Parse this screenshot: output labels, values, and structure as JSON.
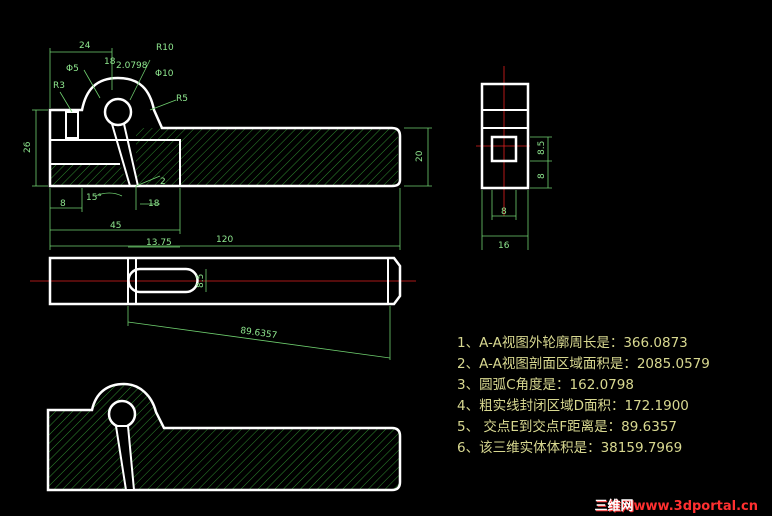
{
  "dimensions": {
    "d24": "24",
    "r10": "R10",
    "phi5": "Φ5",
    "d18": "18",
    "d0798": "2.0798",
    "phi10": "Φ10",
    "r3": "R3",
    "r5": "R5",
    "d26": "26",
    "d20": "20",
    "d8a": "8",
    "d15deg": "15°",
    "d18b": "18",
    "d2": "2",
    "d45": "45",
    "d120": "120",
    "d1375": "13.75",
    "d85a": "8.5",
    "d896357": "89.6357",
    "d85b": "8.5",
    "d8b": "8",
    "d8c": "8",
    "d16": "16"
  },
  "notes": [
    "1、A-A视图外轮廓周长是：366.0873",
    "2、A-A视图剖面区域面积是：2085.0579",
    "3、圆弧C角度是：162.0798",
    "4、粗实线封闭区域D面积：172.1900",
    "5、 交点E到交点F距离是：89.6357",
    "6、该三维实体体积是：38159.7969"
  ],
  "watermark": {
    "cn": "三维网",
    "url": "www.3dportal.cn"
  },
  "colors": {
    "outline": "#ffffff",
    "dimension": "#8fe88f",
    "centerline": "#e02020",
    "hatch": "#2f8a2f",
    "notes": "#d8d890"
  }
}
